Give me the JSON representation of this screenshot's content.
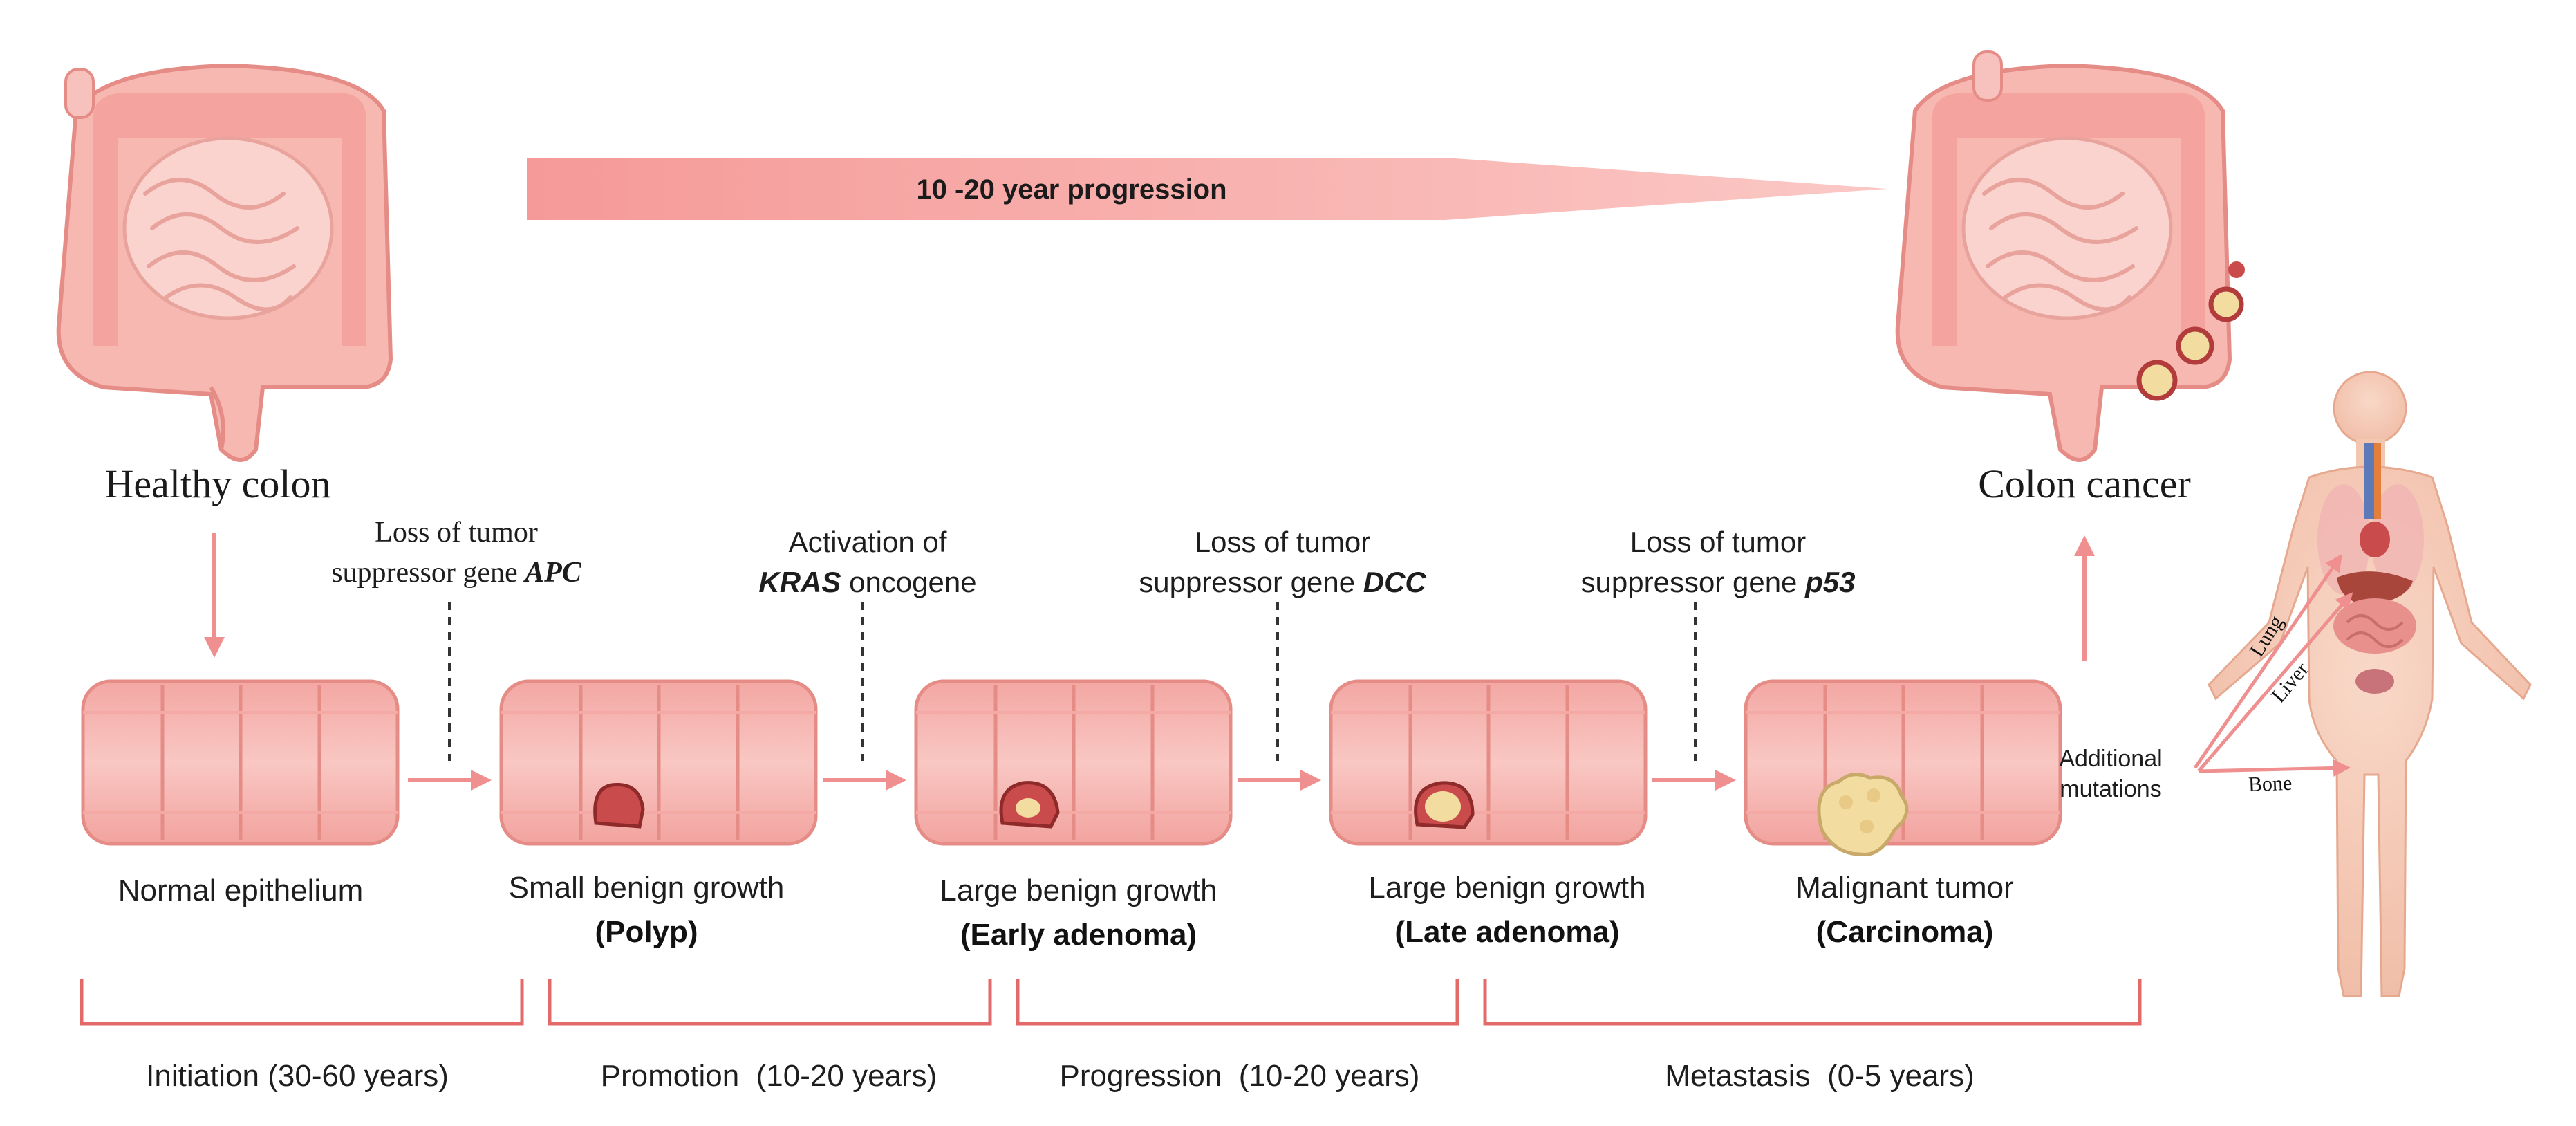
{
  "progression": {
    "label": "10 -20 year progression"
  },
  "endpoints": {
    "healthy": "Healthy colon",
    "cancer": "Colon cancer"
  },
  "mutations": [
    {
      "line1": "Loss of tumor",
      "line2_pre": "suppressor gene ",
      "gene": "APC",
      "line2_post": ""
    },
    {
      "line1": "Activation of",
      "line2_pre": "",
      "gene": "KRAS",
      "line2_post": " oncogene"
    },
    {
      "line1": "Loss of tumor",
      "line2_pre": "suppressor gene ",
      "gene": "DCC",
      "line2_post": ""
    },
    {
      "line1": "Loss of tumor",
      "line2_pre": "suppressor gene ",
      "gene": "p53",
      "line2_post": ""
    }
  ],
  "stages": [
    {
      "label": "Normal epithelium",
      "sub": ""
    },
    {
      "label": "Small benign growth",
      "sub": "(Polyp)"
    },
    {
      "label": "Large benign growth",
      "sub": "(Early adenoma)"
    },
    {
      "label": "Large benign growth",
      "sub": "(Late adenoma)"
    },
    {
      "label": "Malignant tumor",
      "sub": "(Carcinoma)"
    }
  ],
  "phases": [
    {
      "label": "Initiation (30-60 years)"
    },
    {
      "label": "Promotion  (10-20 years)"
    },
    {
      "label": "Progression  (10-20 years)"
    },
    {
      "label": "Metastasis  (0-5 years)"
    }
  ],
  "metastasis": {
    "additional_line1": "Additional",
    "additional_line2": "mutations",
    "organs": {
      "lung": "Lung",
      "liver": "Liver",
      "bone": "Bone"
    }
  },
  "colors": {
    "arrow": "#ef8f8f",
    "bracket": "#e46a6a",
    "intestine": "#f7b4ae",
    "intestine_dark": "#e58c86",
    "tissue": "#f6b8b4",
    "lesion": "#c94b4b",
    "tumor": "#f3dca0",
    "body": "#f5cbb6"
  }
}
